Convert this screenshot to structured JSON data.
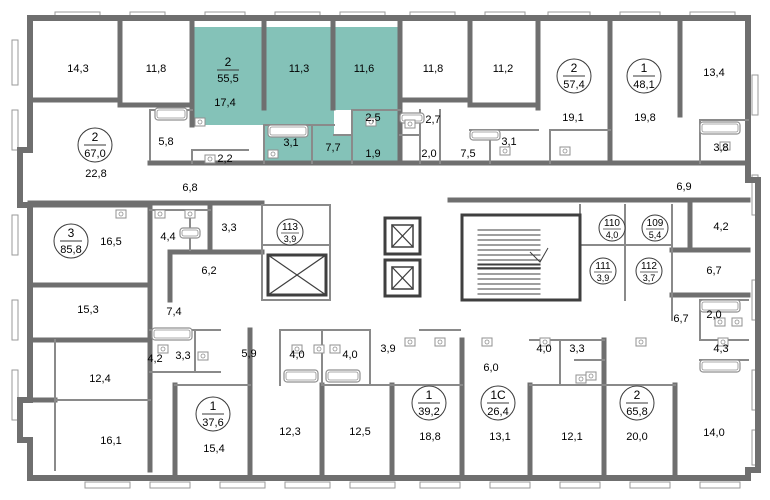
{
  "colors": {
    "wall": "#6f6f6f",
    "wall_dark": "#3f3f3f",
    "thin": "#8a8a8a",
    "highlight": "#84c2b8",
    "highlight_stroke": "#5aa79b",
    "text": "#3a3a3a",
    "fixture": "#909090",
    "window": "#9a9a9a"
  },
  "highlighted_unit": {
    "rooms": "2",
    "total_area": "55,5",
    "room_areas": [
      "17,4",
      "11,3",
      "11,6",
      "3,1",
      "7,7",
      "2,5",
      "1,9"
    ]
  },
  "room_labels": [
    "14,3",
    "11,8",
    "11,8",
    "11,2",
    "19,1",
    "19,8",
    "13,4",
    "5,8",
    "2,2",
    "22,8",
    "6,8",
    "2,7",
    "2,0",
    "7,5",
    "3,1",
    "3,8",
    "6,9",
    "16,5",
    "4,4",
    "3,3",
    "4,2",
    "6,2",
    "6,7",
    "15,3",
    "7,4",
    "2,0",
    "4,3",
    "6,7",
    "4,2",
    "3,3",
    "5,9",
    "4,0",
    "4,0",
    "3,9",
    "6,0",
    "4,0",
    "3,3",
    "12,4",
    "16,1",
    "15,4",
    "12,3",
    "12,5",
    "18,8",
    "13,1",
    "12,1",
    "20,0",
    "14,0"
  ],
  "badges": [
    {
      "rooms": "2",
      "area": "57,4"
    },
    {
      "rooms": "1",
      "area": "48,1"
    },
    {
      "rooms": "2",
      "area": "67,0"
    },
    {
      "rooms": "3",
      "area": "85,8"
    },
    {
      "rooms": "1",
      "area": "37,6"
    },
    {
      "rooms": "1",
      "area": "39,2"
    },
    {
      "rooms": "1С",
      "area": "26,4"
    },
    {
      "rooms": "2",
      "area": "65,8"
    }
  ],
  "utility_badges": [
    {
      "num": "113",
      "area": "3,9"
    },
    {
      "num": "110",
      "area": "4,0"
    },
    {
      "num": "109",
      "area": "5,4"
    },
    {
      "num": "111",
      "area": "3,9"
    },
    {
      "num": "112",
      "area": "3,7"
    }
  ]
}
